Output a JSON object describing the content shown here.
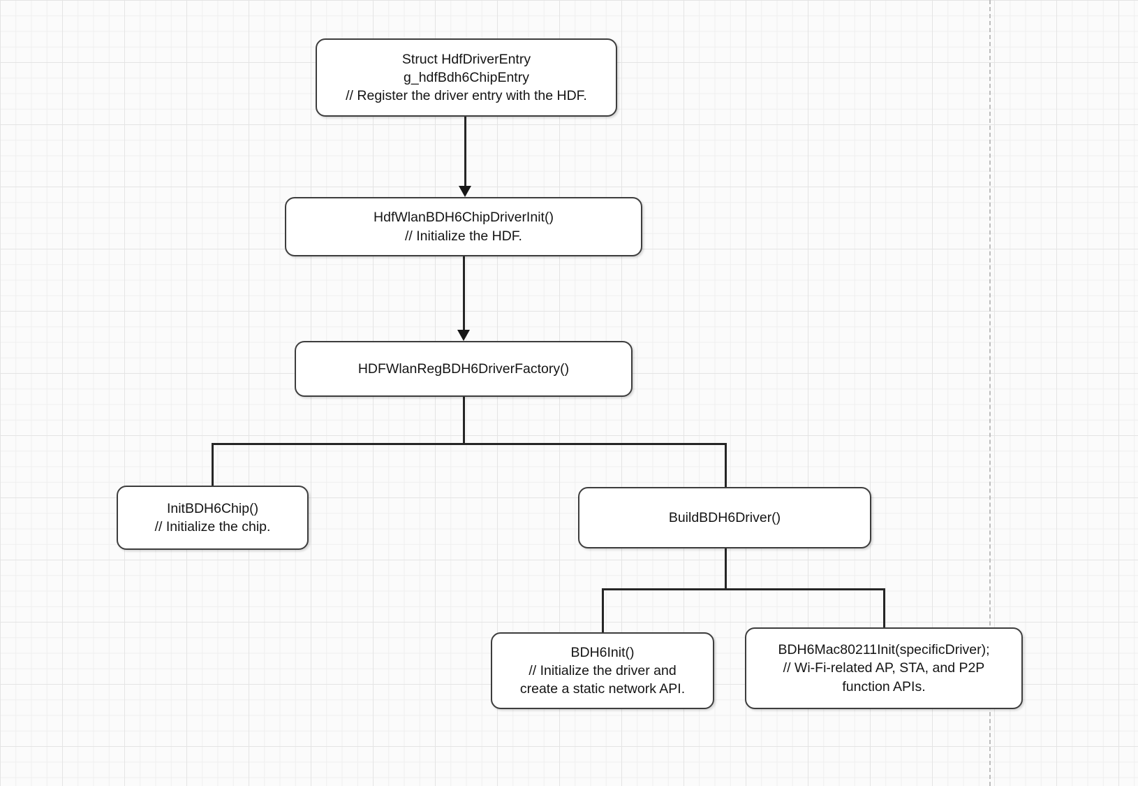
{
  "nodes": {
    "driver_entry": {
      "lines": [
        "Struct HdfDriverEntry",
        "g_hdfBdh6ChipEntry",
        "// Register the driver entry with the HDF."
      ]
    },
    "chip_driver_init": {
      "lines": [
        "HdfWlanBDH6ChipDriverInit()",
        "// Initialize the HDF."
      ]
    },
    "reg_driver_factory": {
      "lines": [
        "HDFWlanRegBDH6DriverFactory()"
      ]
    },
    "init_chip": {
      "lines": [
        "InitBDH6Chip()",
        "// Initialize the chip."
      ]
    },
    "build_driver": {
      "lines": [
        "BuildBDH6Driver()"
      ]
    },
    "bdh6_init": {
      "lines": [
        "BDH6Init()",
        "// Initialize the driver and",
        "create a static network API."
      ]
    },
    "mac80211_init": {
      "lines": [
        "BDH6Mac80211Init(specificDriver);",
        "// Wi-Fi-related AP, STA, and P2P",
        "function APIs."
      ]
    }
  },
  "colors": {
    "canvas_background": "#fbfbfb",
    "node_fill": "#ffffff",
    "node_border": "#3d3d3d",
    "connector": "#262626",
    "page_break_line": "#bdbdbd"
  }
}
